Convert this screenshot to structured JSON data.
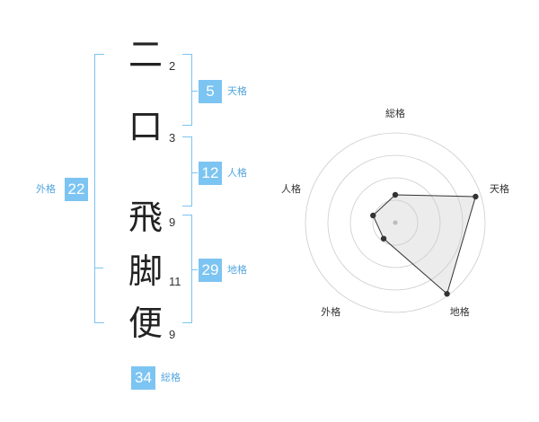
{
  "name": {
    "characters": [
      {
        "char": "二",
        "strokes": "2"
      },
      {
        "char": "口",
        "strokes": "3"
      },
      {
        "char": "飛",
        "strokes": "9"
      },
      {
        "char": "脚",
        "strokes": "11"
      },
      {
        "char": "便",
        "strokes": "9"
      }
    ]
  },
  "fortunes": {
    "tenkaku": {
      "value": "5",
      "label": "天格"
    },
    "jinkaku": {
      "value": "12",
      "label": "人格"
    },
    "chikaku": {
      "value": "29",
      "label": "地格"
    },
    "gaikaku": {
      "value": "22",
      "label": "外格"
    },
    "soukaku": {
      "value": "34",
      "label": "総格"
    }
  },
  "colors": {
    "accent": "#7cc4f2",
    "accent_text": "#53a6de"
  },
  "chart_data": {
    "type": "radar",
    "axes": [
      "総格",
      "天格",
      "地格",
      "外格",
      "人格"
    ],
    "values": [
      0.31,
      0.94,
      0.98,
      0.22,
      0.26
    ],
    "rings": 4
  }
}
